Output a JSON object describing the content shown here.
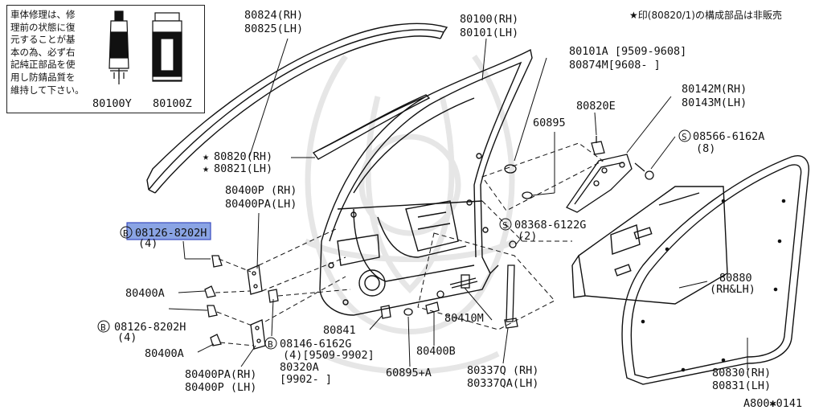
{
  "note": {
    "lines": [
      "車体修理は、修",
      "理前の状態に復",
      "元することが基",
      "本の為、必ず右",
      "記純正部品を使",
      "用し防錆品質を",
      "維持して下さい。"
    ],
    "left_part": "80100Y",
    "right_part": "80100Z"
  },
  "header_note": "★印(80820/1)の構成部品は非販売",
  "diagram_code": "A800✱0141",
  "labels": {
    "l80824": "80824(RH)",
    "l80825": "80825(LH)",
    "l80100": "80100(RH)",
    "l80101": "80101(LH)",
    "l80101A": "80101A [9509-9608]",
    "l80874M": "80874M[9608-    ]",
    "l80142M": "80142M(RH)",
    "l80143M": "80143M(LH)",
    "l80820E": "80820E",
    "l60895": "60895",
    "l08566": "08566-6162A",
    "l08566q": "(8)",
    "l80820": "80820(RH)",
    "l80821": "80821(LH)",
    "l80400P": "80400P (RH)",
    "l80400PA": "80400PA(LH)",
    "l08126a": "08126-8202H",
    "l08126a_q": "(4)",
    "l08368": "08368-6122G",
    "l08368q": "(2)",
    "l80400A1": "80400A",
    "l08126b": "08126-8202H",
    "l08126b_q": "(4)",
    "l80400A2": "80400A",
    "l80400PA2": "80400PA(RH)",
    "l80400P2": "80400P (LH)",
    "l08146": "08146-6162G",
    "l08146q": "(4)[9509-9902]",
    "l80320A": "80320A",
    "l80320Ad": "[9902-    ]",
    "l80841": "80841",
    "l80410M": "80410M",
    "l80400B": "80400B",
    "l60895A": "60895+A",
    "l80337Q": "80337Q (RH)",
    "l80337QA": "80337QA(LH)",
    "l80880": "80880",
    "l80880s": "(RH&LH)",
    "l80830": "80830(RH)",
    "l80831": "80831(LH)",
    "star": "★",
    "s_mark": "S",
    "b_mark": "B"
  },
  "colors": {
    "line": "#111111",
    "highlight_fill": "#8aa4e4",
    "highlight_border": "#3a4cc0",
    "watermark": "#e6e6e6"
  }
}
